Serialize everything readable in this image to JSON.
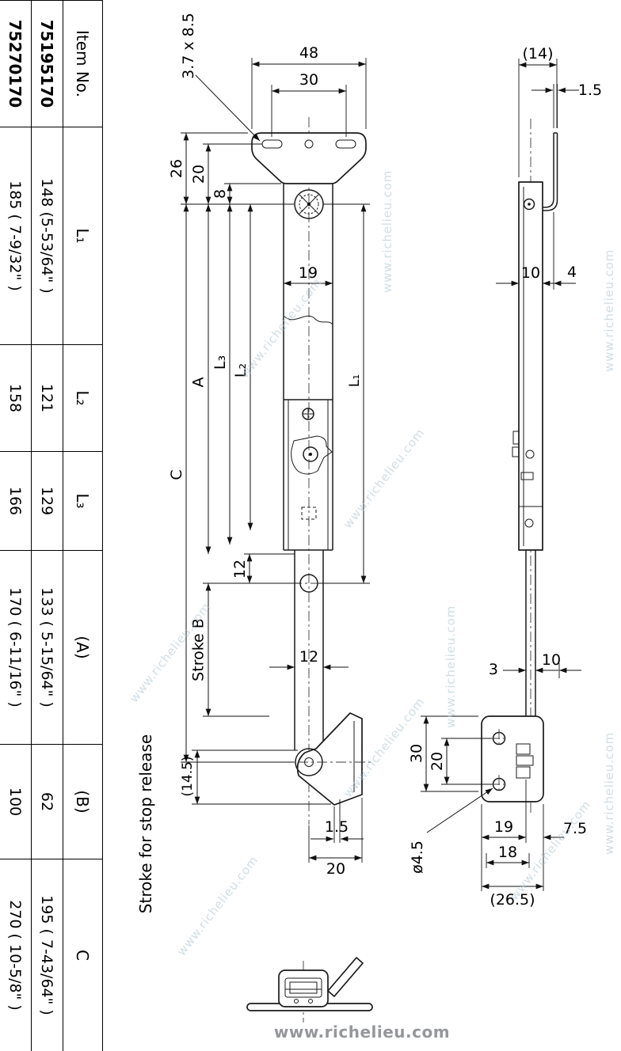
{
  "table": {
    "headers": [
      "Item No.",
      "L₁",
      "L₂",
      "L₃",
      "(A)",
      "(B)",
      "C"
    ],
    "rows": [
      [
        "75195170",
        "148 (5-53/64\" )",
        "121",
        "129",
        "133 ( 5-15/64\" )",
        "62",
        "195 ( 7-43/64\" )"
      ],
      [
        "75270170",
        "185 ( 7-9/32\" )",
        "158",
        "166",
        "170 ( 6-11/16\" )",
        "100",
        "270 ( 10-5/8\" )"
      ]
    ]
  },
  "front_view": {
    "slot_note": "3.7 x 8.5",
    "dim_48": "48",
    "dim_30": "30",
    "dim_26": "26",
    "dim_20": "20",
    "dim_8": "8",
    "dim_19": "19",
    "label_A": "A",
    "label_L2": "L₂",
    "label_L3": "L₃",
    "label_L1": "L₁",
    "label_C": "C",
    "dim_12_upper": "12",
    "dim_12_rod": "12",
    "stroke_b": "Stroke B",
    "dim_14_5": "(14.5)",
    "dim_1_5": "1.5",
    "dim_20_foot": "20",
    "stop_release_note": "Stroke for stop release"
  },
  "side_view": {
    "dim_14": "(14)",
    "dim_1_5": "1.5",
    "dim_10_top": "10",
    "dim_4": "4",
    "dim_3": "3",
    "dim_10_rod": "10",
    "dim_30": "30",
    "dim_20": "20",
    "dim_19": "19",
    "dim_7_5": "7.5",
    "dim_18": "18",
    "dim_26_5": "(26.5)",
    "dia_4_5": "ø4.5"
  },
  "watermark": "www.richelieu.com",
  "footer": "www.richelieu.com"
}
